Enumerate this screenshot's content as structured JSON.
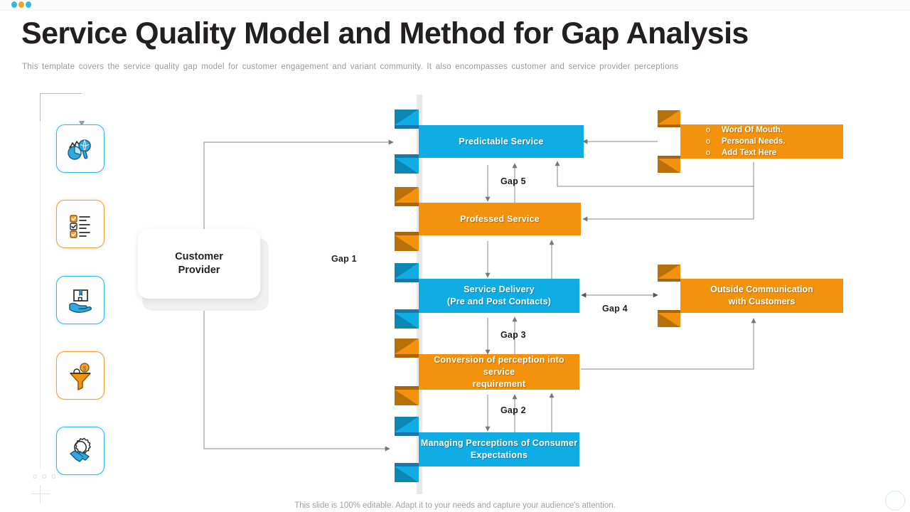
{
  "header": {
    "title": "Service Quality Model and Method for Gap Analysis",
    "subtitle": "This template covers the service quality gap model for customer engagement and variant community. It also encompasses customer and service provider  perceptions",
    "dots": [
      "dot-teal",
      "dot-amber",
      "dot-teal"
    ]
  },
  "colors": {
    "blue": "#10ade4",
    "blue_fold": "#1d76a8",
    "orange": "#f2920d",
    "orange_fold": "#a8650a",
    "spine": "#e8e8e8",
    "text_dark": "#231f20",
    "subtitle_gray": "#9a9a9a"
  },
  "sidebar": {
    "icons": [
      {
        "name": "analytics-magnifier-icon",
        "accent": "blue"
      },
      {
        "name": "checklist-icon",
        "accent": "orange"
      },
      {
        "name": "hand-delivery-box-icon",
        "accent": "blue"
      },
      {
        "name": "funnel-coins-icon",
        "accent": "orange"
      },
      {
        "name": "handshake-gear-icon",
        "accent": "blue"
      }
    ]
  },
  "card": {
    "line1": "Customer",
    "line2": "Provider"
  },
  "center_nodes": [
    {
      "id": "predictable-service",
      "label": "Predictable Service",
      "color": "blue"
    },
    {
      "id": "professed-service",
      "label": "Professed Service",
      "color": "orange"
    },
    {
      "id": "service-delivery",
      "label": "Service Delivery\n(Pre and Post Contacts)",
      "line1": "Service Delivery",
      "line2": "(Pre and Post Contacts)",
      "color": "blue"
    },
    {
      "id": "conversion-perception",
      "label": "Conversion of perception into service requirement",
      "line1": "Conversion of perception into service",
      "line2": "requirement",
      "color": "orange"
    },
    {
      "id": "managing-perceptions",
      "label": "Managing Perceptions of Consumer Expectations",
      "line1": "Managing Perceptions of Consumer",
      "line2": "Expectations",
      "color": "blue"
    }
  ],
  "right_nodes": [
    {
      "id": "word-of-mouth-box",
      "color": "orange",
      "bullets": [
        "Word Of Mouth.",
        "Personal Needs.",
        "Add Text Here"
      ]
    },
    {
      "id": "outside-communication-box",
      "color": "orange",
      "line1": "Outside Communication",
      "line2": "with Customers"
    }
  ],
  "gaps": [
    {
      "id": "gap-1",
      "label": "Gap 1"
    },
    {
      "id": "gap-2",
      "label": "Gap 2"
    },
    {
      "id": "gap-3",
      "label": "Gap 3"
    },
    {
      "id": "gap-4",
      "label": "Gap 4"
    },
    {
      "id": "gap-5",
      "label": "Gap 5"
    }
  ],
  "footer": {
    "note": "This slide is 100% editable. Adapt it to your needs and capture your audience's attention."
  }
}
